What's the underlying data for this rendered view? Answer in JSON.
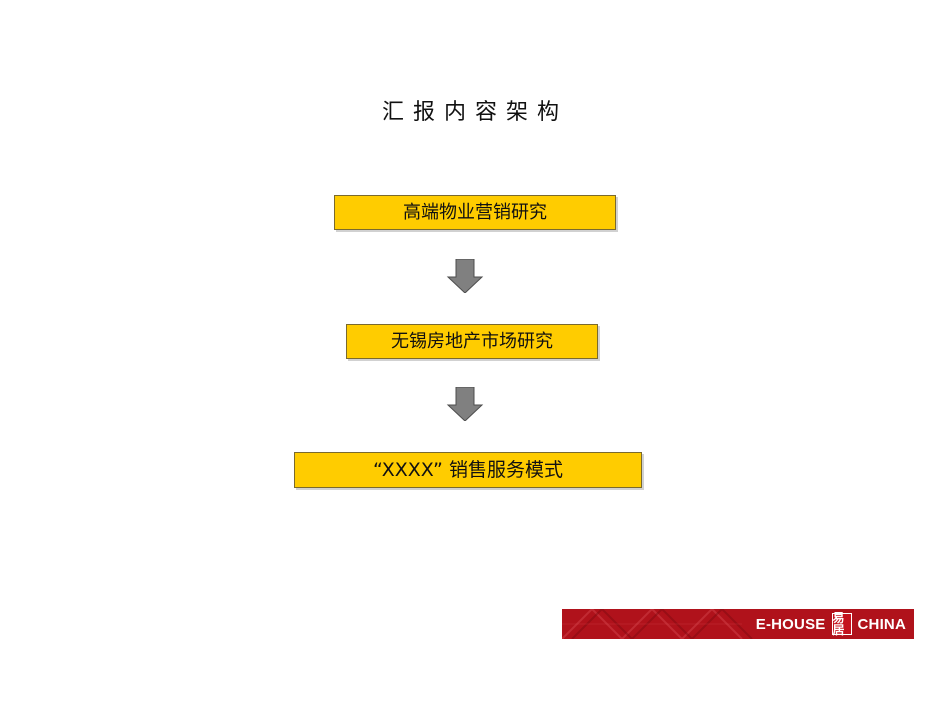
{
  "slide": {
    "title": "汇报内容架构",
    "steps": [
      {
        "label": "高端物业营销研究"
      },
      {
        "label": "无锡房地产市场研究"
      },
      {
        "label": "“XXXX” 销售服务模式"
      }
    ],
    "logo": {
      "left_text": "E-HOUSE",
      "seal_text": "易居",
      "right_text": "CHINA"
    }
  },
  "colors": {
    "box_fill": "#ffcc00",
    "arrow_fill": "#808080",
    "logo_red": "#b0121b"
  }
}
